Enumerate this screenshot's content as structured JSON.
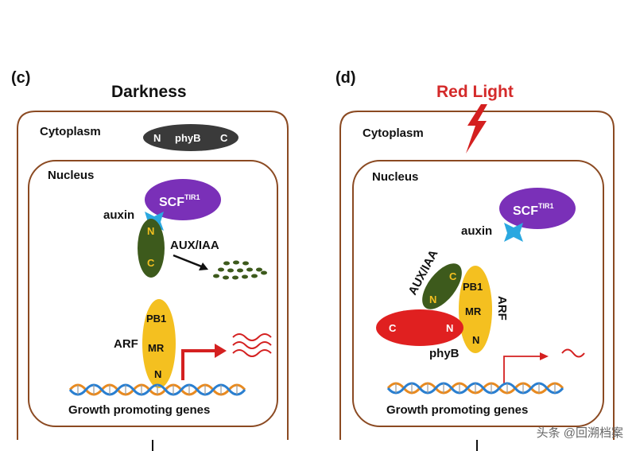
{
  "panel_c": {
    "tag": "(c)",
    "title": "Darkness",
    "cytoplasm": "Cytoplasm",
    "nucleus": "Nucleus",
    "phyb_n": "N",
    "phyb_label": "phyB",
    "phyb_c": "C",
    "scf_base": "SCF",
    "scf_sup": "TIR1",
    "auxin": "auxin",
    "auxiaa": "AUX/IAA",
    "auxiaa_n": "N",
    "auxiaa_c": "C",
    "arf": "ARF",
    "pb1": "PB1",
    "mr": "MR",
    "arf_n": "N",
    "genes": "Growth promoting genes"
  },
  "panel_d": {
    "tag": "(d)",
    "title": "Red Light",
    "cytoplasm": "Cytoplasm",
    "nucleus": "Nucleus",
    "scf_base": "SCF",
    "scf_sup": "TIR1",
    "auxin": "auxin",
    "auxiaa": "AUX/IAA",
    "auxiaa_n": "N",
    "auxiaa_c": "C",
    "pb1": "PB1",
    "mr": "MR",
    "arf_n": "N",
    "arf": "ARF",
    "phyb_c": "C",
    "phyb_n": "N",
    "phyb_label": "phyB",
    "genes": "Growth promoting genes"
  },
  "watermark": "头条 @回溯档案",
  "colors": {
    "border": "#8b4a22",
    "scf": "#7a30b8",
    "auxin_blue": "#2aa8e0",
    "auxiaa_green": "#3d5a1c",
    "arf_yellow": "#f4c020",
    "phyb_dark": "#3a3a3a",
    "phyb_red": "#e02020",
    "red_text": "#d42a2a",
    "arrow_red": "#d42020"
  }
}
